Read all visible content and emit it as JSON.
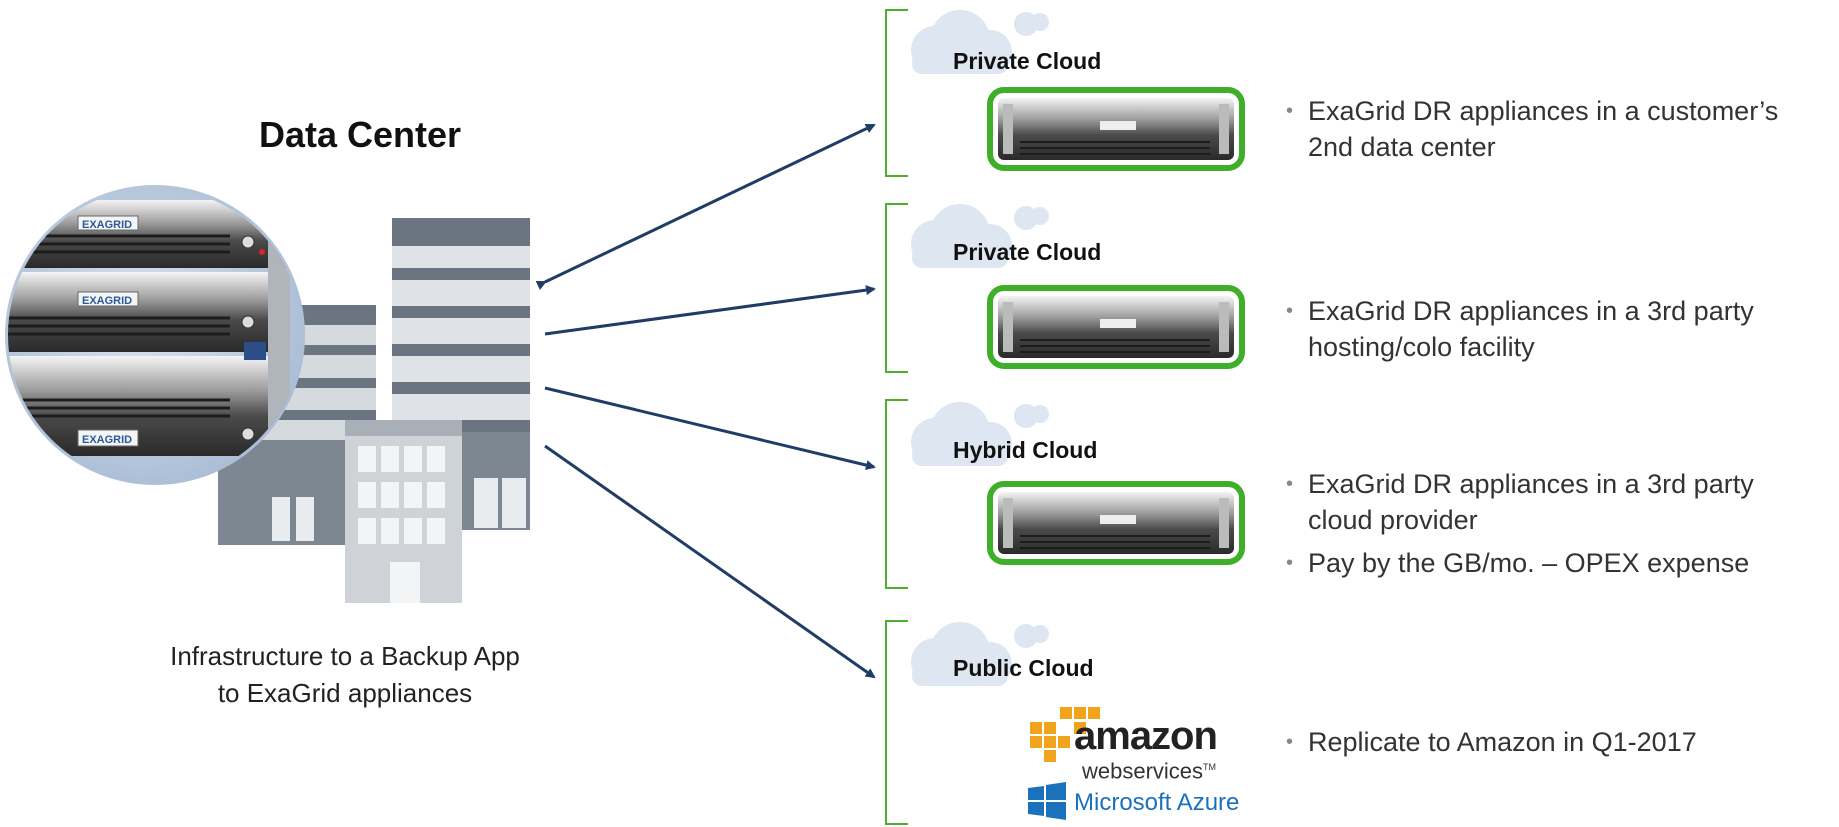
{
  "data_center": {
    "title": "Data Center",
    "caption_line1": "Infrastructure to a Backup App",
    "caption_line2": "to ExaGrid appliances",
    "appliance_brand": "EXAGRID"
  },
  "tiers": [
    {
      "label": "Private Cloud",
      "bullets": [
        "ExaGrid DR appliances in a customer’s",
        "2nd data center"
      ]
    },
    {
      "label": "Private Cloud",
      "bullets": [
        "ExaGrid DR appliances in a 3rd party",
        "hosting/colo facility"
      ]
    },
    {
      "label": "Hybrid Cloud",
      "bullets": [
        "ExaGrid DR appliances in a 3rd party",
        "cloud provider"
      ],
      "extra_bullet": "Pay by the GB/mo. – OPEX expense"
    },
    {
      "label": "Public Cloud",
      "bullets": [
        "Replicate to Amazon in Q1-2017"
      ]
    }
  ],
  "logos": {
    "amazon_word": "amazon",
    "webservices": "webservices",
    "tm": "TM",
    "microsoft": "Microsoft Azure"
  },
  "colors": {
    "arrow": "#1f3d66",
    "bracket": "#4caf2e",
    "appliance_glow": "#3fae29",
    "cloud": "#dde6f1",
    "amazon_orange": "#f0a31b",
    "azure_blue": "#1a72bd"
  }
}
